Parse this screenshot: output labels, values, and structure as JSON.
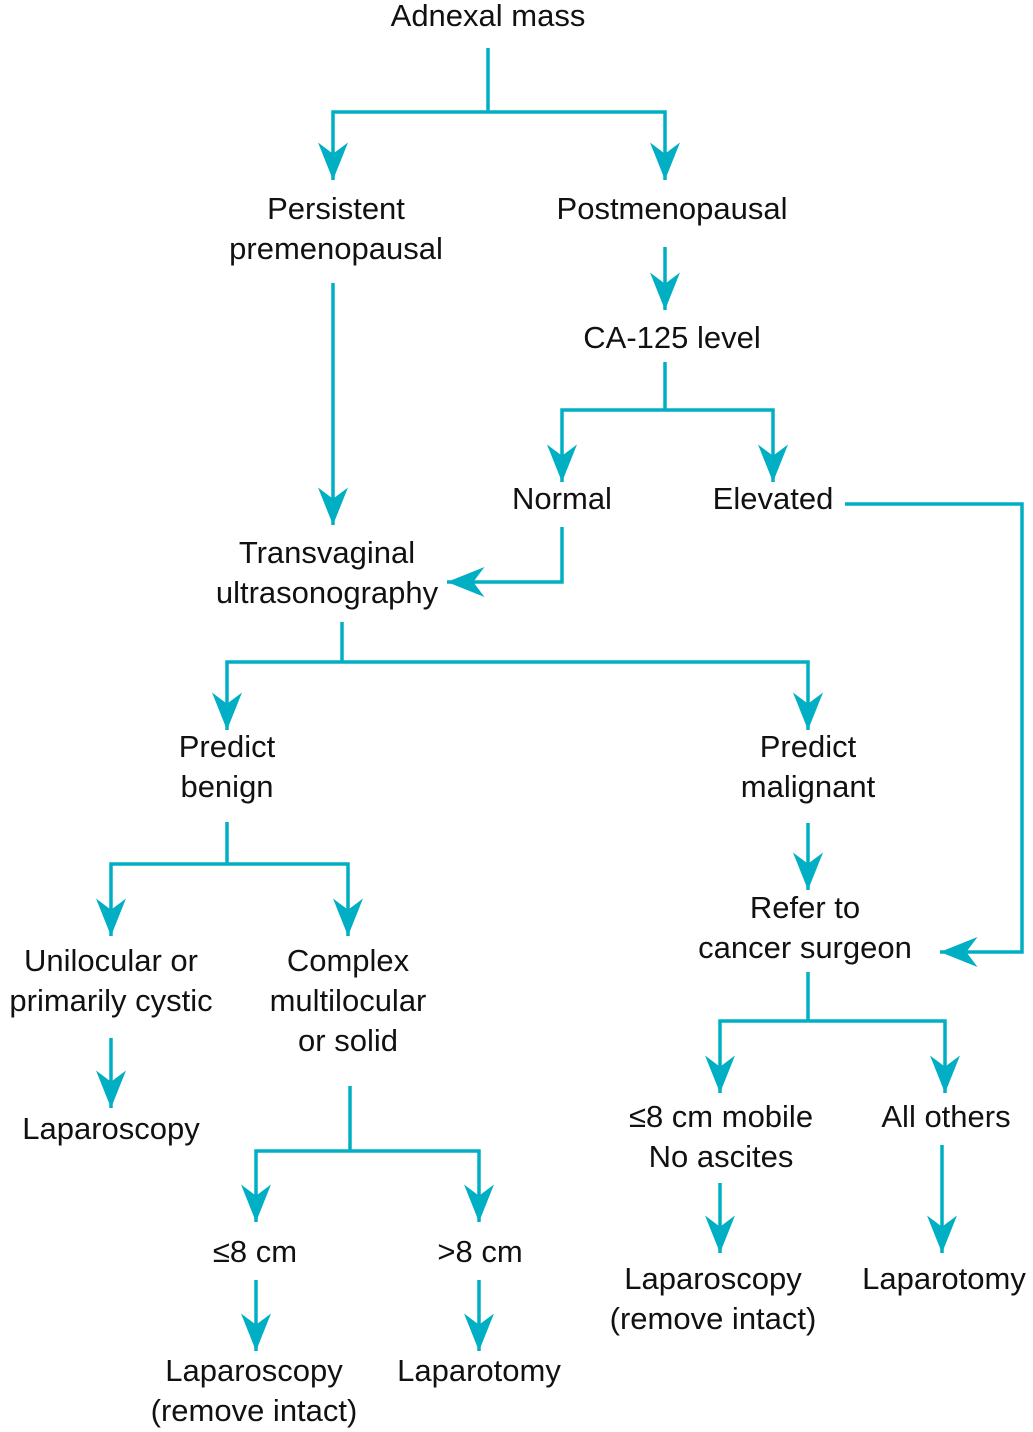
{
  "colors": {
    "connector": "#00AFC4",
    "text": "#111111"
  },
  "nodes": {
    "adnexal_mass": [
      "Adnexal mass"
    ],
    "persistent_premenopausal": [
      "Persistent",
      "premenopausal"
    ],
    "postmenopausal": [
      "Postmenopausal"
    ],
    "ca125": [
      "CA-125 level"
    ],
    "normal": [
      "Normal"
    ],
    "elevated": [
      "Elevated"
    ],
    "tvus": [
      "Transvaginal",
      "ultrasonography"
    ],
    "predict_benign": [
      "Predict",
      "benign"
    ],
    "predict_malignant": [
      "Predict",
      "malignant"
    ],
    "refer": [
      "Refer to",
      "cancer surgeon"
    ],
    "unilocular": [
      "Unilocular or",
      "primarily cystic"
    ],
    "complex": [
      "Complex",
      "multilocular",
      "or solid"
    ],
    "lap_cystic": [
      "Laparoscopy"
    ],
    "le8": [
      "≤8 cm"
    ],
    "gt8": [
      ">8 cm"
    ],
    "lap_le8": [
      "Laparoscopy",
      "(remove intact)"
    ],
    "laparotomy_gt8": [
      "Laparotomy"
    ],
    "mobile": [
      "≤8 cm mobile",
      "No ascites"
    ],
    "all_others": [
      "All others"
    ],
    "lap_mobile": [
      "Laparoscopy",
      "(remove intact)"
    ],
    "laparotomy_others": [
      "Laparotomy"
    ]
  }
}
